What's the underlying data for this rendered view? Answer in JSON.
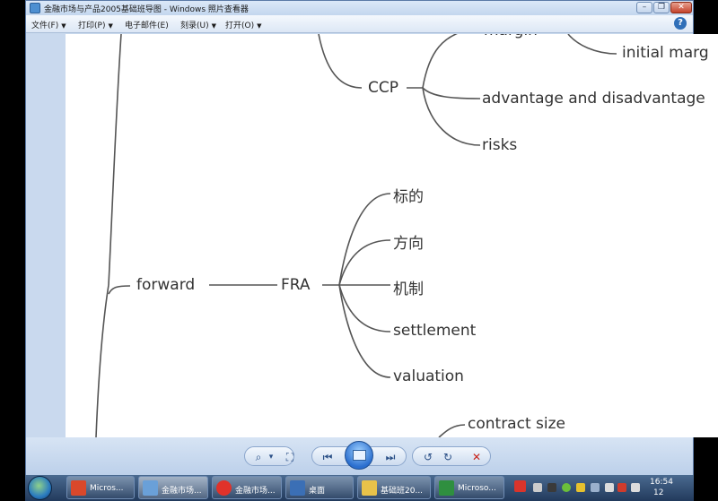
{
  "window": {
    "title": "金融市场与产品2005基础班导图 - Windows 照片查看器",
    "btn_min": "–",
    "btn_max": "❐",
    "btn_close": "✕"
  },
  "menu": {
    "items": [
      {
        "label": "文件(F)",
        "has_arrow": true
      },
      {
        "label": "打印(P)",
        "has_arrow": true
      },
      {
        "label": "电子邮件(E)",
        "has_arrow": false
      },
      {
        "label": "刻录(U)",
        "has_arrow": true
      },
      {
        "label": "打开(O)",
        "has_arrow": true
      }
    ],
    "arrow": "▼",
    "help": "?"
  },
  "mindmap": {
    "nodes": {
      "margin": "margin",
      "initial_margin": "initial marg",
      "ccp": "CCP",
      "advantage": "advantage and disadvantage",
      "risks": "risks",
      "forward": "forward",
      "fra": "FRA",
      "biaodi": "标的",
      "fangxiang": "方向",
      "jizhi": "机制",
      "settlement": "settlement",
      "valuation": "valuation",
      "contract_size": "contract size"
    },
    "line_color": "#555555"
  },
  "toolbar": {
    "zoom": "⌕",
    "zoom_arrow": "▾",
    "fit": "⛶",
    "prev": "⏮",
    "next": "⏭",
    "rotate_ccw": "↺",
    "rotate_cw": "↻",
    "delete": "✕"
  },
  "taskbar": {
    "tasks": [
      {
        "label": "Micros...",
        "color": "#d9482b"
      },
      {
        "label": "金融市场...",
        "color": "#6aa0d8"
      },
      {
        "label": "金融市场...",
        "color": "#e0322a"
      },
      {
        "label": "桌面",
        "color": "#3b6fb5"
      },
      {
        "label": "基础班20...",
        "color": "#e8c24a"
      },
      {
        "label": "Microso...",
        "color": "#2f8f3f"
      }
    ],
    "clock_time": "16:54",
    "clock_date": "12"
  }
}
